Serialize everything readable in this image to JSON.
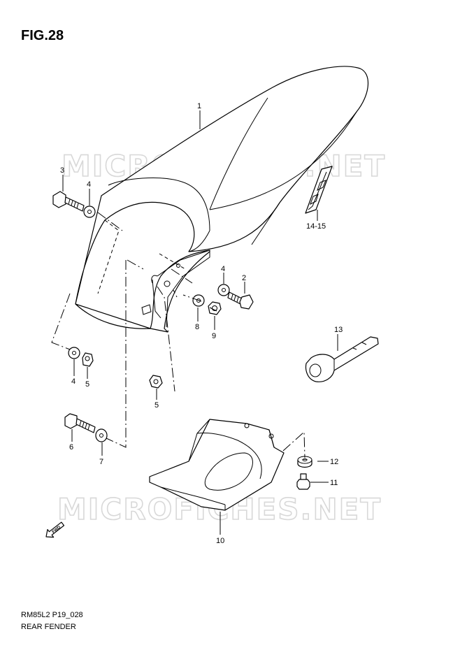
{
  "figure": {
    "title": "FIG.28",
    "code": "RM85L2 P19_028",
    "name": "REAR FENDER"
  },
  "watermark": {
    "text": "MICROFICHES.NET"
  },
  "direction_label": "FWD",
  "callouts": [
    {
      "id": "c1",
      "label": "1"
    },
    {
      "id": "c2",
      "label": "2"
    },
    {
      "id": "c3",
      "label": "3"
    },
    {
      "id": "c4a",
      "label": "4"
    },
    {
      "id": "c4b",
      "label": "4"
    },
    {
      "id": "c4c",
      "label": "4"
    },
    {
      "id": "c5a",
      "label": "5"
    },
    {
      "id": "c5b",
      "label": "5"
    },
    {
      "id": "c6",
      "label": "6"
    },
    {
      "id": "c7",
      "label": "7"
    },
    {
      "id": "c8",
      "label": "8"
    },
    {
      "id": "c9",
      "label": "9"
    },
    {
      "id": "c10",
      "label": "10"
    },
    {
      "id": "c11",
      "label": "11"
    },
    {
      "id": "c12",
      "label": "12"
    },
    {
      "id": "c13",
      "label": "13"
    },
    {
      "id": "c1415",
      "label": "14-15"
    }
  ]
}
